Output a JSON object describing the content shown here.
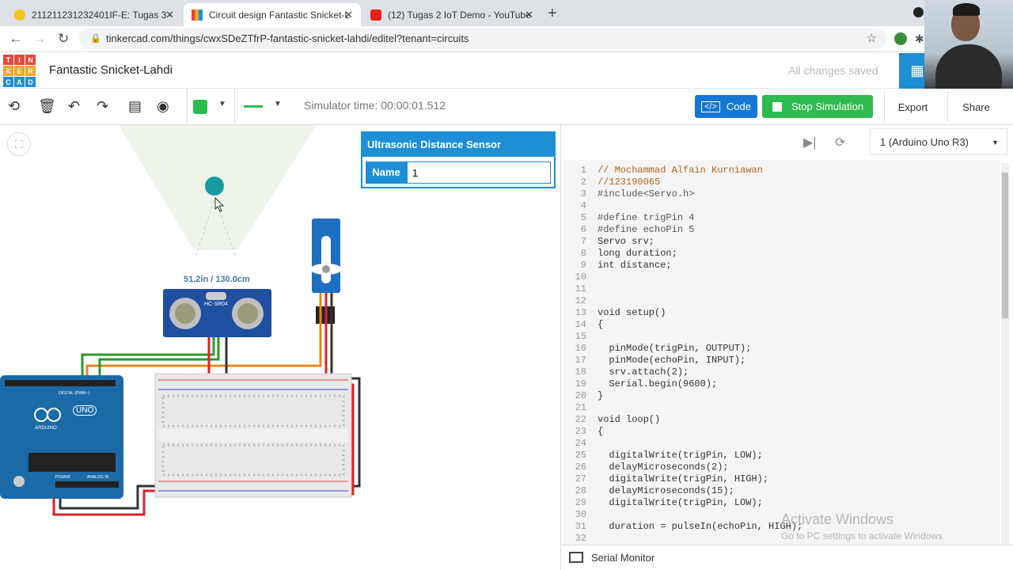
{
  "browser": {
    "tabs": [
      {
        "title": "211211231232401IF-E: Tugas 3 -",
        "close": "✕"
      },
      {
        "title": "Circuit design Fantastic Snicket-L",
        "close": "✕"
      },
      {
        "title": "(12) Tugas 2 IoT Demo - YouTube",
        "close": "✕"
      }
    ],
    "new_tab": "+",
    "url": "tinkercad.com/things/cwxSDeZTfrP-fantastic-snicket-lahdi/editel?tenant=circuits"
  },
  "app": {
    "logo_letters": [
      "T",
      "I",
      "N",
      "K",
      "E",
      "R",
      "C",
      "A",
      "D"
    ],
    "logo_colors": [
      "#e2483d",
      "#e2483d",
      "#e2483d",
      "#f5a623",
      "#f5a623",
      "#f5a623",
      "#1e8fd5",
      "#1e8fd5",
      "#1e8fd5"
    ],
    "project_title": "Fantastic Snicket-Lahdi",
    "save_status": "All changes saved"
  },
  "toolbar": {
    "simulator_time": "Simulator time: 00:00:01.512",
    "code_label": "Code",
    "code_icon": "</>",
    "stop_label": "Stop Simulation",
    "export_label": "Export",
    "share_label": "Share",
    "fill_color": "#2dba4e",
    "line_color": "#2dba4e"
  },
  "canvas": {
    "distance_readout": "51.2in / 130.0cm",
    "sensor_label": "HC-SR04",
    "board_labels": {
      "uno": "UNO",
      "arduino": "ARDUINO",
      "digital": "DIGITAL (PWM~)",
      "power": "POWER",
      "analog": "ANALOG IN"
    }
  },
  "inspector": {
    "title": "Ultrasonic Distance Sensor",
    "name_label": "Name",
    "name_value": "1"
  },
  "code_panel": {
    "device": "1 (Arduino Uno R3)",
    "serial_monitor": "Serial Monitor",
    "lines": [
      {
        "n": "1",
        "t": "// Mochammad Alfain Kurniawan",
        "c": "#b5651d"
      },
      {
        "n": "2",
        "t": "//123190065",
        "c": "#b5651d"
      },
      {
        "n": "3",
        "t": "#include<Servo.h>",
        "c": "#555"
      },
      {
        "n": "4",
        "t": "",
        "c": "#333"
      },
      {
        "n": "5",
        "t": "#define trigPin 4",
        "c": "#555"
      },
      {
        "n": "6",
        "t": "#define echoPin 5",
        "c": "#555"
      },
      {
        "n": "7",
        "t": "Servo srv;",
        "c": "#333"
      },
      {
        "n": "8",
        "t": "long duration;",
        "c": "#333"
      },
      {
        "n": "9",
        "t": "int distance;",
        "c": "#333"
      },
      {
        "n": "10",
        "t": "",
        "c": "#333"
      },
      {
        "n": "11",
        "t": "",
        "c": "#333"
      },
      {
        "n": "12",
        "t": "",
        "c": "#333"
      },
      {
        "n": "13",
        "t": "void setup()",
        "c": "#333"
      },
      {
        "n": "14",
        "t": "{",
        "c": "#333"
      },
      {
        "n": "15",
        "t": "",
        "c": "#333"
      },
      {
        "n": "16",
        "t": "  pinMode(trigPin, OUTPUT);",
        "c": "#333"
      },
      {
        "n": "17",
        "t": "  pinMode(echoPin, INPUT);",
        "c": "#333"
      },
      {
        "n": "18",
        "t": "  srv.attach(2);",
        "c": "#333"
      },
      {
        "n": "19",
        "t": "  Serial.begin(9600);",
        "c": "#333"
      },
      {
        "n": "20",
        "t": "}",
        "c": "#333"
      },
      {
        "n": "21",
        "t": "",
        "c": "#333"
      },
      {
        "n": "22",
        "t": "void loop()",
        "c": "#333"
      },
      {
        "n": "23",
        "t": "{",
        "c": "#333"
      },
      {
        "n": "24",
        "t": "",
        "c": "#333"
      },
      {
        "n": "25",
        "t": "  digitalWrite(trigPin, LOW);",
        "c": "#333"
      },
      {
        "n": "26",
        "t": "  delayMicroseconds(2);",
        "c": "#333"
      },
      {
        "n": "27",
        "t": "  digitalWrite(trigPin, HIGH);",
        "c": "#333"
      },
      {
        "n": "28",
        "t": "  delayMicroseconds(15);",
        "c": "#333"
      },
      {
        "n": "29",
        "t": "  digitalWrite(trigPin, LOW);",
        "c": "#333"
      },
      {
        "n": "30",
        "t": "",
        "c": "#333"
      },
      {
        "n": "31",
        "t": "  duration = pulseIn(echoPin, HIGH);",
        "c": "#333"
      },
      {
        "n": "32",
        "t": "",
        "c": "#333"
      }
    ]
  },
  "watermark": {
    "title": "Activate Windows",
    "subtitle": "Go to PC settings to activate Windows."
  }
}
